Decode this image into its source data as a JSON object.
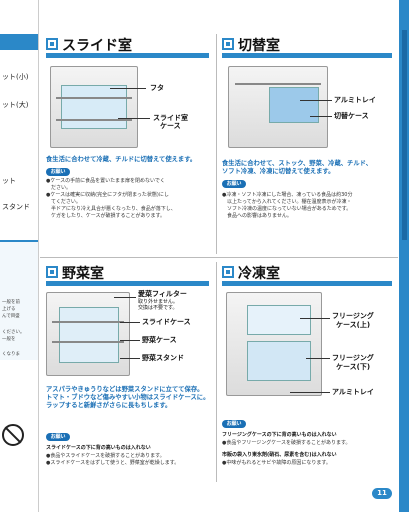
{
  "left_strip": {
    "items": [
      "ット(小)",
      "ット(大)",
      "ット",
      "スタンド"
    ],
    "small_lines": [
      "一般を前",
      "上げる",
      "んで目盛",
      "ください。",
      "一般を",
      "くなりま"
    ]
  },
  "page_number": "11",
  "panels": {
    "slide": {
      "title": "スライド室",
      "callouts": [
        "フタ",
        "スライド室",
        "ケース"
      ],
      "headline": "食生活に合わせて冷蔵、チルドに切替えて使えます。",
      "badge": "お願い",
      "notes": [
        "●ケースの手前に食品を置いたまま扉を閉めないでく",
        "　ださい。",
        "●ケースは確実に収納(完全にフタが閉まった状態)にし",
        "　てください。",
        "　半ドアになり冷え具合が悪くなったり、食品が落下し、",
        "　ケガをしたり、ケースが破損することがあります。"
      ]
    },
    "switch": {
      "title": "切替室",
      "callouts": [
        "アルミトレイ",
        "切替ケース"
      ],
      "headline": [
        "食生活に合わせて、ストック、野菜、冷蔵、チルド、",
        "ソフト冷凍、冷凍に切替えて使えます。"
      ],
      "badge": "お願い",
      "notes": [
        "●冷凍・ソフト冷凍にした場合、凍っている食品は約30分",
        "　以上たってから入れてください。棚在温度表示が冷凍・",
        "　ソフト冷凍の温度になっていない場合があるためです。",
        "　食品への影響はありません。"
      ]
    },
    "vegetable": {
      "title": "野菜室",
      "callouts": [
        "愛菜フィルター",
        "取り外せません。",
        "交換は不要です。",
        "スライドケース",
        "野菜ケース",
        "野菜スタンド"
      ],
      "headline": [
        "アスパラやきゅうりなどは野菜スタンドに立てて保存。",
        "トマト・ブドウなど傷みやすい小物はスライドケースに。",
        "ラップすると新鮮さがさらに長もちします。"
      ],
      "badge": "お願い",
      "notes_bold": "スライドケースの下に背の高いものは入れない",
      "notes": [
        "●食品やスライドケースを破損することがあります。",
        "●スライドケースをはずして使うと、野菜室が乾燥します。"
      ]
    },
    "freezer": {
      "title": "冷凍室",
      "callouts": [
        "フリージング",
        "ケース(上)",
        "フリージング",
        "ケース(下)",
        "アルミトレイ"
      ],
      "badge": "お願い",
      "notes_bold1": "フリージングケースの下に背の高いものは入れない",
      "notes1": "●食品やフリージングケースを破損することがあります。",
      "notes_bold2": "市販の袋入り東氷剤(硝石、尿素を含む)は入れない",
      "notes2": "●中味がもれるとサビや故障の原因になります。"
    }
  }
}
